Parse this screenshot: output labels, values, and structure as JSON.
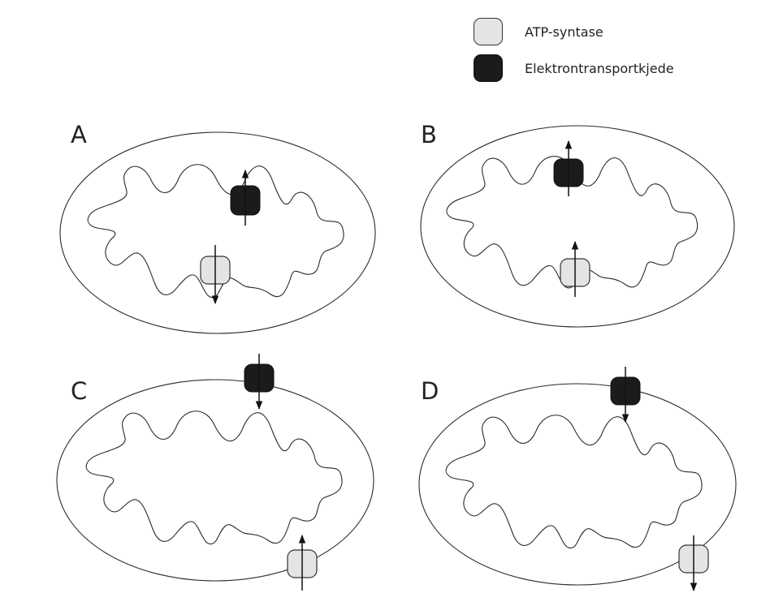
{
  "legend": {
    "atp_synthase": "ATP-syntase",
    "electron_transport_chain": "Elektrontransportkjede"
  },
  "colors": {
    "atp_synthase": "#e3e4e6",
    "electron_transport_chain": "#1c1a1c",
    "line": "#2a2a2a"
  },
  "panels": [
    {
      "label": "A",
      "electron_transport_chain_location": "inner membrane",
      "electron_transport_chain_arrow": "up",
      "atp_synthase_location": "inner membrane",
      "atp_synthase_arrow": "down"
    },
    {
      "label": "B",
      "electron_transport_chain_location": "inner membrane",
      "electron_transport_chain_arrow": "up",
      "atp_synthase_location": "inner membrane",
      "atp_synthase_arrow": "up"
    },
    {
      "label": "C",
      "electron_transport_chain_location": "outer membrane",
      "electron_transport_chain_arrow": "down",
      "atp_synthase_location": "outer membrane",
      "atp_synthase_arrow": "up"
    },
    {
      "label": "D",
      "electron_transport_chain_location": "outer membrane",
      "electron_transport_chain_arrow": "down",
      "atp_synthase_location": "outer membrane",
      "atp_synthase_arrow": "down"
    }
  ]
}
